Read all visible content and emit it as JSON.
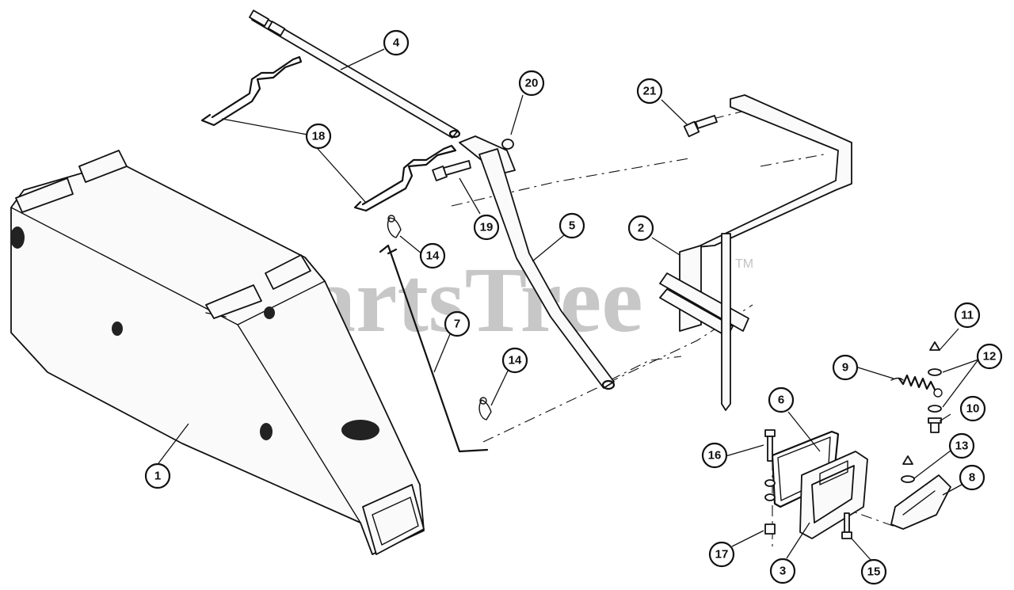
{
  "watermark": {
    "text": "PartsTree",
    "mark": "TM"
  },
  "callouts": [
    {
      "id": "c1",
      "label": "1"
    },
    {
      "id": "c2",
      "label": "2"
    },
    {
      "id": "c3",
      "label": "3"
    },
    {
      "id": "c4",
      "label": "4"
    },
    {
      "id": "c5",
      "label": "5"
    },
    {
      "id": "c6",
      "label": "6"
    },
    {
      "id": "c7",
      "label": "7"
    },
    {
      "id": "c8",
      "label": "8"
    },
    {
      "id": "c9",
      "label": "9"
    },
    {
      "id": "c10",
      "label": "10"
    },
    {
      "id": "c11",
      "label": "11"
    },
    {
      "id": "c12",
      "label": "12"
    },
    {
      "id": "c13",
      "label": "13"
    },
    {
      "id": "c14a",
      "label": "14"
    },
    {
      "id": "c14b",
      "label": "14"
    },
    {
      "id": "c15",
      "label": "15"
    },
    {
      "id": "c16",
      "label": "16"
    },
    {
      "id": "c17",
      "label": "17"
    },
    {
      "id": "c18",
      "label": "18"
    },
    {
      "id": "c19",
      "label": "19"
    },
    {
      "id": "c20",
      "label": "20"
    },
    {
      "id": "c21",
      "label": "21"
    }
  ]
}
